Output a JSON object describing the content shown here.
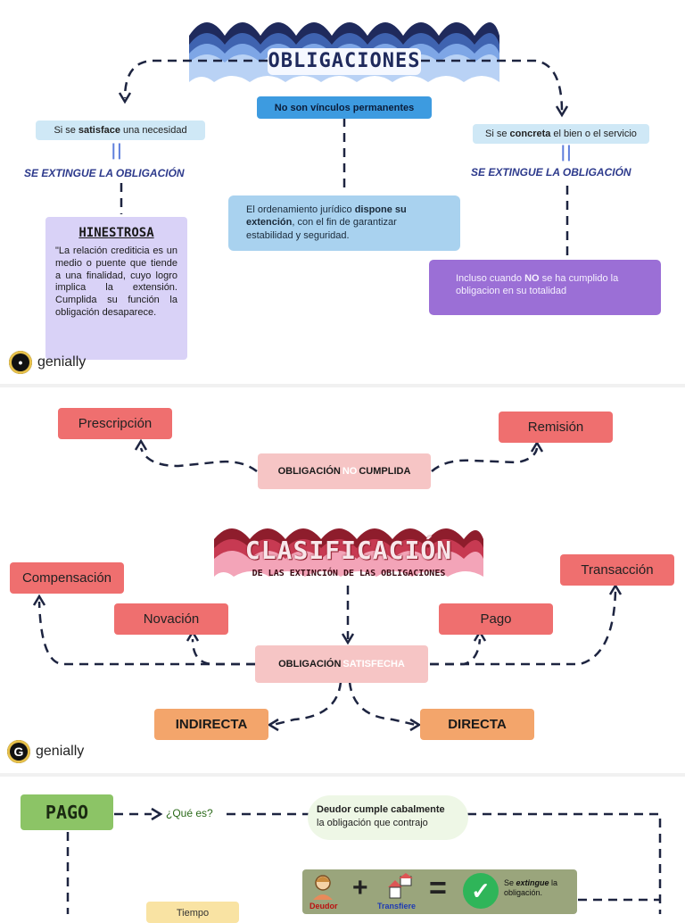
{
  "panel1": {
    "title": "OBLIGACIONES",
    "center_label": "No son vínculos permanentes",
    "left_label_pre": "Si se ",
    "left_label_bold": "satisface",
    "left_label_post": " una necesidad",
    "right_label_pre": "Si se ",
    "right_label_bold": "concreta",
    "right_label_post": " el bien o el servicio",
    "extinguishes": "SE EXTINGUE LA OBLIGACIÓN",
    "equals_sign": "||",
    "center_text_pre": "El ordenamiento jurídico ",
    "center_text_bold1": "dispone su extención",
    "center_text_post": ", con el fin de garantizar estabilidad y seguridad.",
    "hinestrosa_title": "HINESTROSA",
    "hinestrosa_quote": "\"La relación crediticia es un medio o puente que tiende a una finalidad, cuyo logro implica la extensión. Cumplida su función la obligación desaparece.",
    "purple_text_pre": "Incluso cuando ",
    "purple_text_bold": "NO",
    "purple_text_post": " se ha cumplido la obligacion en su totalidad",
    "logo": "genially"
  },
  "panel2": {
    "prescripcion": "Prescripción",
    "remision": "Remisión",
    "no_cumplida_pre": "OBLIGACIÓN ",
    "no_cumplida_mid": "NO",
    "no_cumplida_post": " CUMPLIDA",
    "title": "CLASIFICACIÓN",
    "subtitle": "DE LAS EXTINCIÓN DE LAS OBLIGACIONES",
    "compensacion": "Compensación",
    "transaccion": "Transacción",
    "novacion": "Novación",
    "pago": "Pago",
    "satisfecha_pre": "OBLIGACIÓN ",
    "satisfecha_mid": "SATISFECHA",
    "indirecta": "INDIRECTA",
    "directa": "DIRECTA",
    "logo": "genially"
  },
  "panel3": {
    "pago": "PAGO",
    "que_es": "¿Qué es?",
    "deudor_bold": "Deudor cumple cabalmente",
    "deudor_rest": "la obligación que contrajo",
    "deudor_label": "Deudor",
    "transfiere_label": "Transfiere",
    "plus": "+",
    "equals": "=",
    "extinguishes_pre": "Se ",
    "extinguishes_em": "extingue",
    "extinguishes_post": " la obligación.",
    "tiempo": "Tiempo"
  },
  "colors": {
    "navy_banner": "#1f2a5c",
    "blue_banner": "#5b8fd8",
    "red_banner": "#b8303c",
    "pink_banner": "#f29ab0",
    "red_box": "#ef6f6f",
    "orange_box": "#f3a56b",
    "green_box": "#8cc466",
    "purple_box": "#9b6fd6",
    "lavender": "#d9d2f7"
  }
}
